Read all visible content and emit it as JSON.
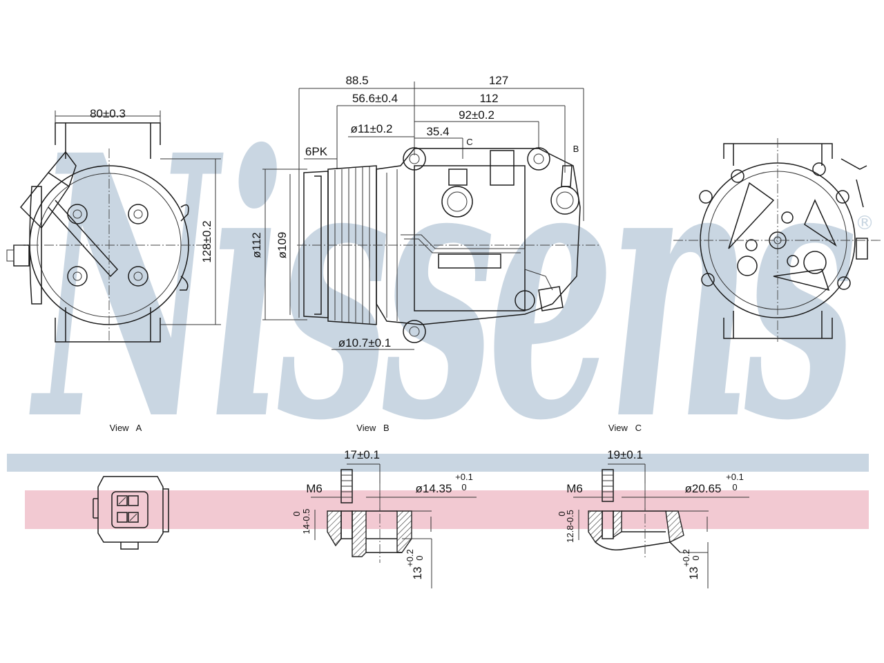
{
  "watermark": {
    "text": "Nissens",
    "registered_mark": "®",
    "color": "#c9d6e2"
  },
  "bands": {
    "blue": "#c9d6e2",
    "pink": "#f2c9d2"
  },
  "views": {
    "a": {
      "caption": "View   A"
    },
    "b": {
      "caption": "View   B"
    },
    "c": {
      "caption": "View   C"
    }
  },
  "dimensions": {
    "view_a": {
      "width": "80±0.3",
      "height": "128±0.2"
    },
    "side": {
      "d885": "88.5",
      "d127": "127",
      "d566": "56.6±0.4",
      "d112": "112",
      "d92": "92±0.2",
      "hole11": "ø11±0.2",
      "d354": "35.4",
      "belt": "6PK",
      "dia112": "ø112",
      "dia109": "ø109",
      "hole107": "ø10.7±0.1",
      "marker_c": "C",
      "marker_b": "B"
    },
    "detail_b": {
      "top": "17±0.1",
      "thread": "M6",
      "bore": "ø14.35",
      "bore_tol_plus": "+0.1",
      "bore_tol_zero": "0",
      "left_vert": "14-0.5",
      "left_vert_zero": "0",
      "right_vert": "13",
      "right_vert_tol_plus": "+0.2",
      "right_vert_tol_zero": "0"
    },
    "detail_c": {
      "top": "19±0.1",
      "thread": "M6",
      "bore": "ø20.65",
      "bore_tol_plus": "+0.1",
      "bore_tol_zero": "0",
      "left_vert": "12.8-0.5",
      "left_vert_zero": "0",
      "right_vert": "13",
      "right_vert_tol_plus": "+0.2",
      "right_vert_tol_zero": "0"
    }
  }
}
